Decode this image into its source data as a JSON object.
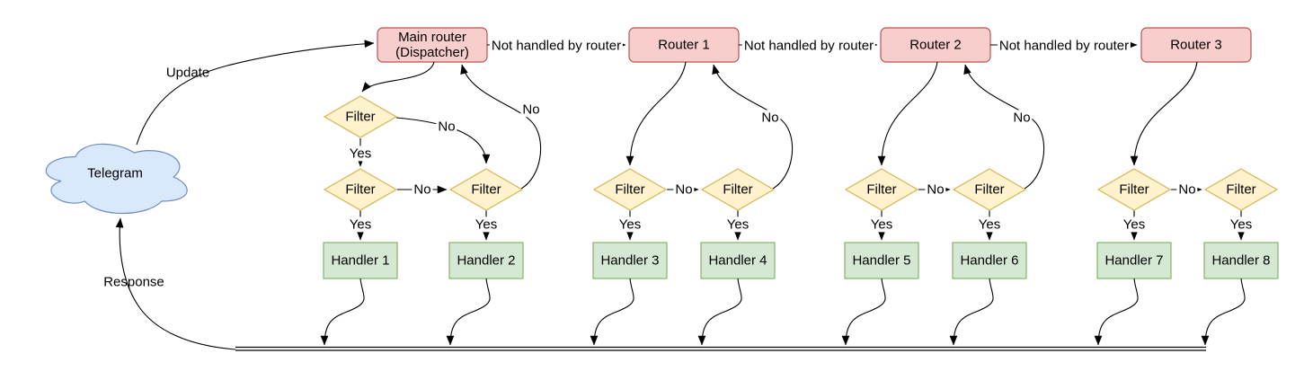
{
  "labels": {
    "telegram": "Telegram",
    "update": "Update",
    "response": "Response",
    "not_handled": "Not handled by router",
    "yes": "Yes",
    "no": "No",
    "filter": "Filter"
  },
  "routers": [
    {
      "line1": "Main router",
      "line2": "(Dispatcher)"
    },
    {
      "line1": "Router 1"
    },
    {
      "line1": "Router 2"
    },
    {
      "line1": "Router 3"
    }
  ],
  "handlers": [
    {
      "label": "Handler 1"
    },
    {
      "label": "Handler 2"
    },
    {
      "label": "Handler 3"
    },
    {
      "label": "Handler 4"
    },
    {
      "label": "Handler 5"
    },
    {
      "label": "Handler 6"
    },
    {
      "label": "Handler 7"
    },
    {
      "label": "Handler 8"
    }
  ],
  "colors": {
    "cloud_fill": "#dae8fc",
    "cloud_stroke": "#6c8ebf",
    "router_fill": "#f8cecc",
    "router_stroke": "#b85450",
    "filter_fill": "#fff2cc",
    "filter_stroke": "#d6b656",
    "handler_fill": "#d5e8d4",
    "handler_stroke": "#82b366",
    "edge": "#000000"
  }
}
